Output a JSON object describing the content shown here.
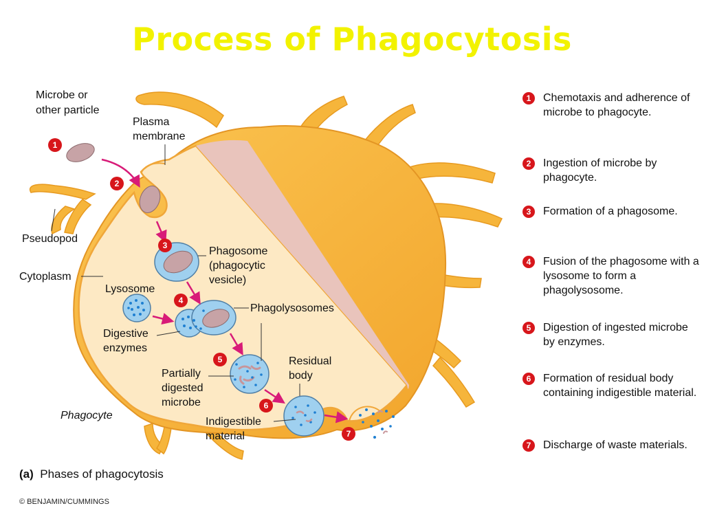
{
  "title": "Process of Phagocytosis",
  "labels": {
    "microbe": [
      "Microbe or",
      "other particle"
    ],
    "plasma_membrane": [
      "Plasma",
      "membrane"
    ],
    "pseudopod": "Pseudopod",
    "cytoplasm": "Cytoplasm",
    "lysosome": "Lysosome",
    "phagosome": [
      "Phagosome",
      "(phagocytic",
      "vesicle)"
    ],
    "phagolysosomes": "Phagolysosomes",
    "digestive_enzymes": [
      "Digestive",
      "enzymes"
    ],
    "residual_body": [
      "Residual",
      "body"
    ],
    "partially_digested": [
      "Partially",
      "digested",
      "microbe"
    ],
    "indigestible": [
      "Indigestible",
      "material"
    ],
    "phagocyte": "Phagocyte"
  },
  "step_numbers": [
    "1",
    "2",
    "3",
    "4",
    "5",
    "6",
    "7"
  ],
  "steps": [
    {
      "number": "1",
      "text": "Chemotaxis and adherence of microbe to phagocyte."
    },
    {
      "number": "2",
      "text": "Ingestion of microbe by phagocyte."
    },
    {
      "number": "3",
      "text": "Formation of a phagosome."
    },
    {
      "number": "4",
      "text": "Fusion of the phagosome with a lysosome to form a phagolysosome."
    },
    {
      "number": "5",
      "text": "Digestion of ingested microbe by enzymes."
    },
    {
      "number": "6",
      "text": "Formation of residual body containing indigestible material."
    },
    {
      "number": "7",
      "text": "Discharge of waste materials."
    }
  ],
  "caption": {
    "prefix": "(a)",
    "text": "Phases of phagocytosis"
  },
  "copyright": "© BENJAMIN/CUMMINGS",
  "colors": {
    "title": "#f2f200",
    "cell_body": "#f6b53b",
    "cytoplasm": "#fde9c4",
    "cut_face": "#e9c4bc",
    "vesicle": "#9fd0ef",
    "microbe": "#c7a3a6",
    "enzyme_dots": "#1e7fd1",
    "step_badge": "#d7161b",
    "arrow": "#d81b78"
  }
}
